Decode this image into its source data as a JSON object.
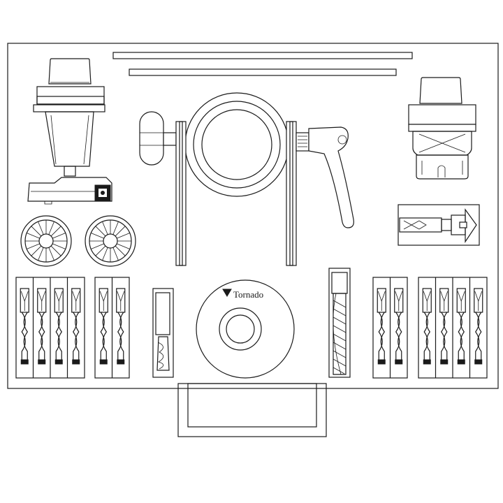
{
  "brand": {
    "name": "Tornado",
    "logo": "triangle-icon"
  },
  "colors": {
    "stroke": "#1a1a1a",
    "background": "#ffffff"
  },
  "contents": {
    "bit_groups": [
      {
        "id": "left-group-a",
        "count": 4
      },
      {
        "id": "left-group-b",
        "count": 2
      },
      {
        "id": "right-group-a",
        "count": 2
      },
      {
        "id": "right-group-b",
        "count": 4
      }
    ]
  }
}
